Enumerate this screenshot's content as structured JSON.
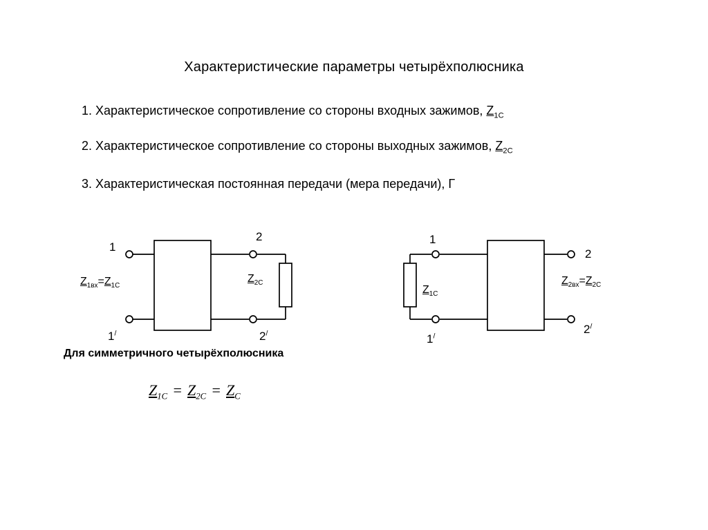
{
  "title": "Характеристические параметры четырёхполюсника",
  "items": [
    {
      "prefix": "1. Характеристическое сопротивление со стороны входных зажимов, ",
      "z_base": "Z",
      "z_sub": "1C"
    },
    {
      "prefix": "2. Характеристическое сопротивление со стороны выходных зажимов, ",
      "z_base": "Z",
      "z_sub": "2C"
    },
    {
      "prefix": "3. Характеристическая постоянная передачи (мера передачи), Г",
      "z_base": "",
      "z_sub": ""
    }
  ],
  "left_circuit": {
    "terminal_top_left": "1",
    "terminal_bottom_left_base": "1",
    "terminal_bottom_left_prime": "/",
    "terminal_top_right": "2",
    "terminal_bottom_right_base": "2",
    "terminal_bottom_right_prime": "/",
    "input_label": {
      "z1_base": "Z",
      "z1_sub": "1вх",
      "eq": "=",
      "z2_base": "Z",
      "z2_sub": "1C"
    },
    "load_label": {
      "base": "Z",
      "sub": "2C"
    }
  },
  "right_circuit": {
    "terminal_top_left": "1",
    "terminal_bottom_left_base": "1",
    "terminal_bottom_left_prime": "/",
    "terminal_top_right": "2",
    "terminal_bottom_right_base": "2",
    "terminal_bottom_right_prime": "/",
    "source_label": {
      "base": "Z",
      "sub": "1C"
    },
    "output_label": {
      "z1_base": "Z",
      "z1_sub": "2вх",
      "eq": "=",
      "z2_base": "Z",
      "z2_sub": "2C"
    }
  },
  "symmetric_caption": "Для симметричного четырёхполюсника",
  "formula": {
    "t1_base": "Z",
    "t1_sub": "1C",
    "eq1": "=",
    "t2_base": "Z",
    "t2_sub": "2C",
    "eq2": "=",
    "t3_base": "Z",
    "t3_sub": "C"
  },
  "colors": {
    "background": "#ffffff",
    "line": "#000000"
  }
}
